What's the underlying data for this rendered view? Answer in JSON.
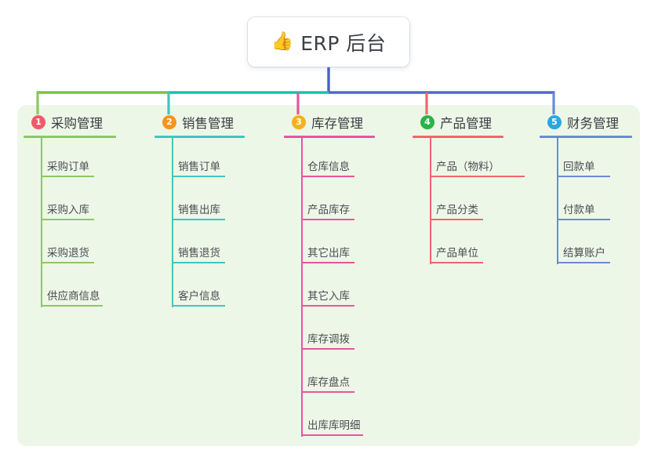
{
  "title": {
    "emoji": "👍",
    "emoji_name": "thumbs-up-icon",
    "text": "ERP 后台"
  },
  "colors": {
    "panel_background": "#edf7e8",
    "page_background": "#ffffff",
    "title_text": "#3c3f44",
    "branch_text": "#3a3d42",
    "leaf_text": "#4a4d52",
    "bus_left": "#7cc140",
    "bus_mid": "#16c2ac",
    "bus_right": "#5566cc",
    "root_stem": "#4a5fd0"
  },
  "branches": [
    {
      "index": "1",
      "badge_color": "#f2596b",
      "line_color": "#8cc765",
      "title": "采购管理",
      "items": [
        "采购订单",
        "采购入库",
        "采购退货",
        "供应商信息"
      ]
    },
    {
      "index": "2",
      "badge_color": "#f7931e",
      "line_color": "#3ec7bd",
      "title": "销售管理",
      "items": [
        "销售订单",
        "销售出库",
        "销售退货",
        "客户信息"
      ]
    },
    {
      "index": "3",
      "badge_color": "#f5b21c",
      "line_color": "#e8559e",
      "title": "库存管理",
      "items": [
        "仓库信息",
        "产品库存",
        "其它出库",
        "其它入库",
        "库存调拨",
        "库存盘点",
        "出库库明细"
      ]
    },
    {
      "index": "4",
      "badge_color": "#2bb34a",
      "line_color": "#f2656a",
      "title": "产品管理",
      "items": [
        "产品（物料）",
        "产品分类",
        "产品单位"
      ]
    },
    {
      "index": "5",
      "badge_color": "#29a8e0",
      "line_color": "#6b8ad8",
      "title": "财务管理",
      "items": [
        "回款单",
        "付款单",
        "结算账户"
      ]
    }
  ]
}
